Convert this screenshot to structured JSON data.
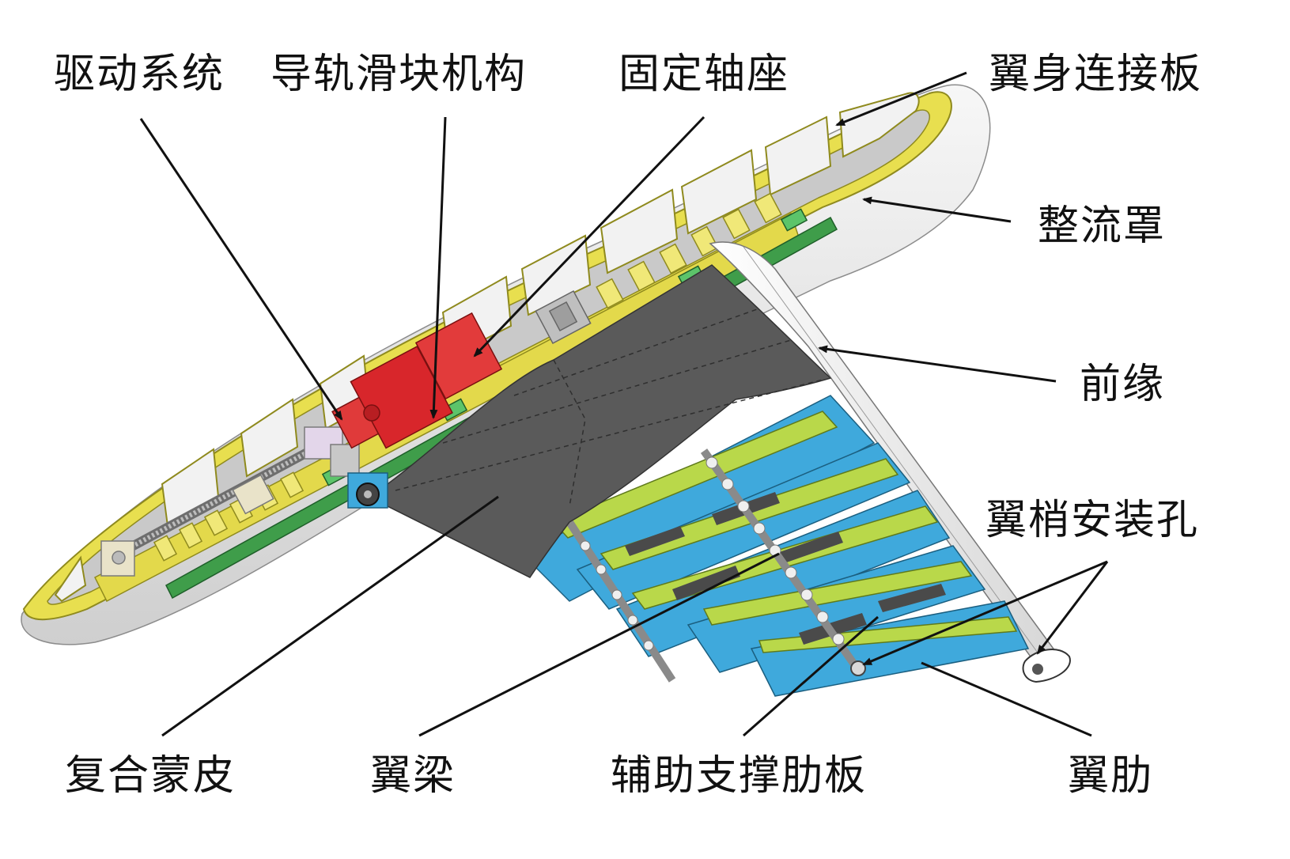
{
  "labels": {
    "drive_system": "驱动系统",
    "rail_slider": "导轨滑块机构",
    "fixed_bearing": "固定轴座",
    "wing_body_plate": "翼身连接板",
    "fairing": "整流罩",
    "leading_edge": "前缘",
    "wingtip_holes": "翼梢安装孔",
    "composite_skin": "复合蒙皮",
    "spar": "翼梁",
    "aux_rib_plate": "辅助支撑肋板",
    "rib": "翼肋"
  },
  "colors": {
    "frame_yellow": "#e8df4f",
    "motor_red": "#d8262b",
    "skin_gray": "#5a5a5a",
    "rib_blue": "#3fa9dc",
    "rib_green": "#b9d84a",
    "rail_green": "#3f9d4a",
    "fairing_gray": "#e7e7e7"
  }
}
